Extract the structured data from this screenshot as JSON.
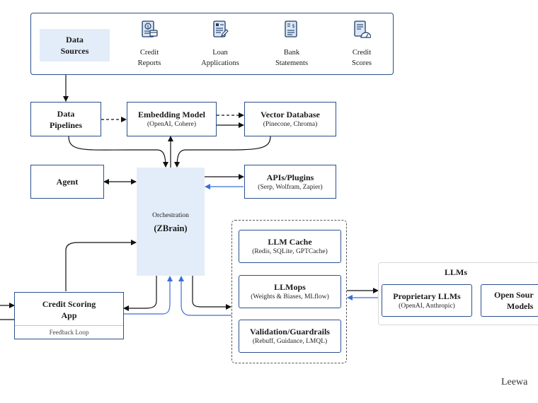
{
  "colors": {
    "box_border": "#2c4f8e",
    "accent_fill": "#e3edf9",
    "arrow_blue": "#3b6fd8",
    "arrow_black": "#111111",
    "llms_border": "#d8d8d8"
  },
  "data_sources": {
    "label_line1": "Data",
    "label_line2": "Sources",
    "items": [
      {
        "icon": "credit-report-icon",
        "line1": "Credit",
        "line2": "Reports"
      },
      {
        "icon": "loan-application-icon",
        "line1": "Loan",
        "line2": "Applications"
      },
      {
        "icon": "bank-statement-icon",
        "line1": "Bank",
        "line2": "Statements"
      },
      {
        "icon": "credit-score-icon",
        "line1": "Credit",
        "line2": "Scores"
      }
    ]
  },
  "data_pipelines": {
    "line1": "Data",
    "line2": "Pipelines"
  },
  "embedding_model": {
    "title": "Embedding Model",
    "sub": "(OpenAI, Cohere)"
  },
  "vector_database": {
    "title": "Vector Database",
    "sub": "(Pinecone, Chroma)"
  },
  "agent": {
    "title": "Agent"
  },
  "apis_plugins": {
    "title": "APIs/Plugins",
    "sub": "(Serp, Wolfram, Zapier)"
  },
  "orchestration": {
    "label": "Orchestration",
    "name": "(ZBrain)"
  },
  "llm_cache": {
    "title": "LLM Cache",
    "sub": "(Redis, SQLite, GPTCache)"
  },
  "llmops": {
    "title": "LLMops",
    "sub": "(Weights & Biases, MLflow)"
  },
  "validation": {
    "title": "Validation/Guardrails",
    "sub": "(Rebuff, Guidance, LMQL)"
  },
  "credit_app": {
    "line1": "Credit Scoring",
    "line2": "App",
    "feedback": "Feedback Loop"
  },
  "llms": {
    "title": "LLMs",
    "proprietary": {
      "title": "Proprietary LLMs",
      "sub": "(OpenAI, Anthropic)"
    },
    "open_source": {
      "line1": "Open Sour",
      "line2": "Models"
    }
  },
  "watermark": "Leewa"
}
